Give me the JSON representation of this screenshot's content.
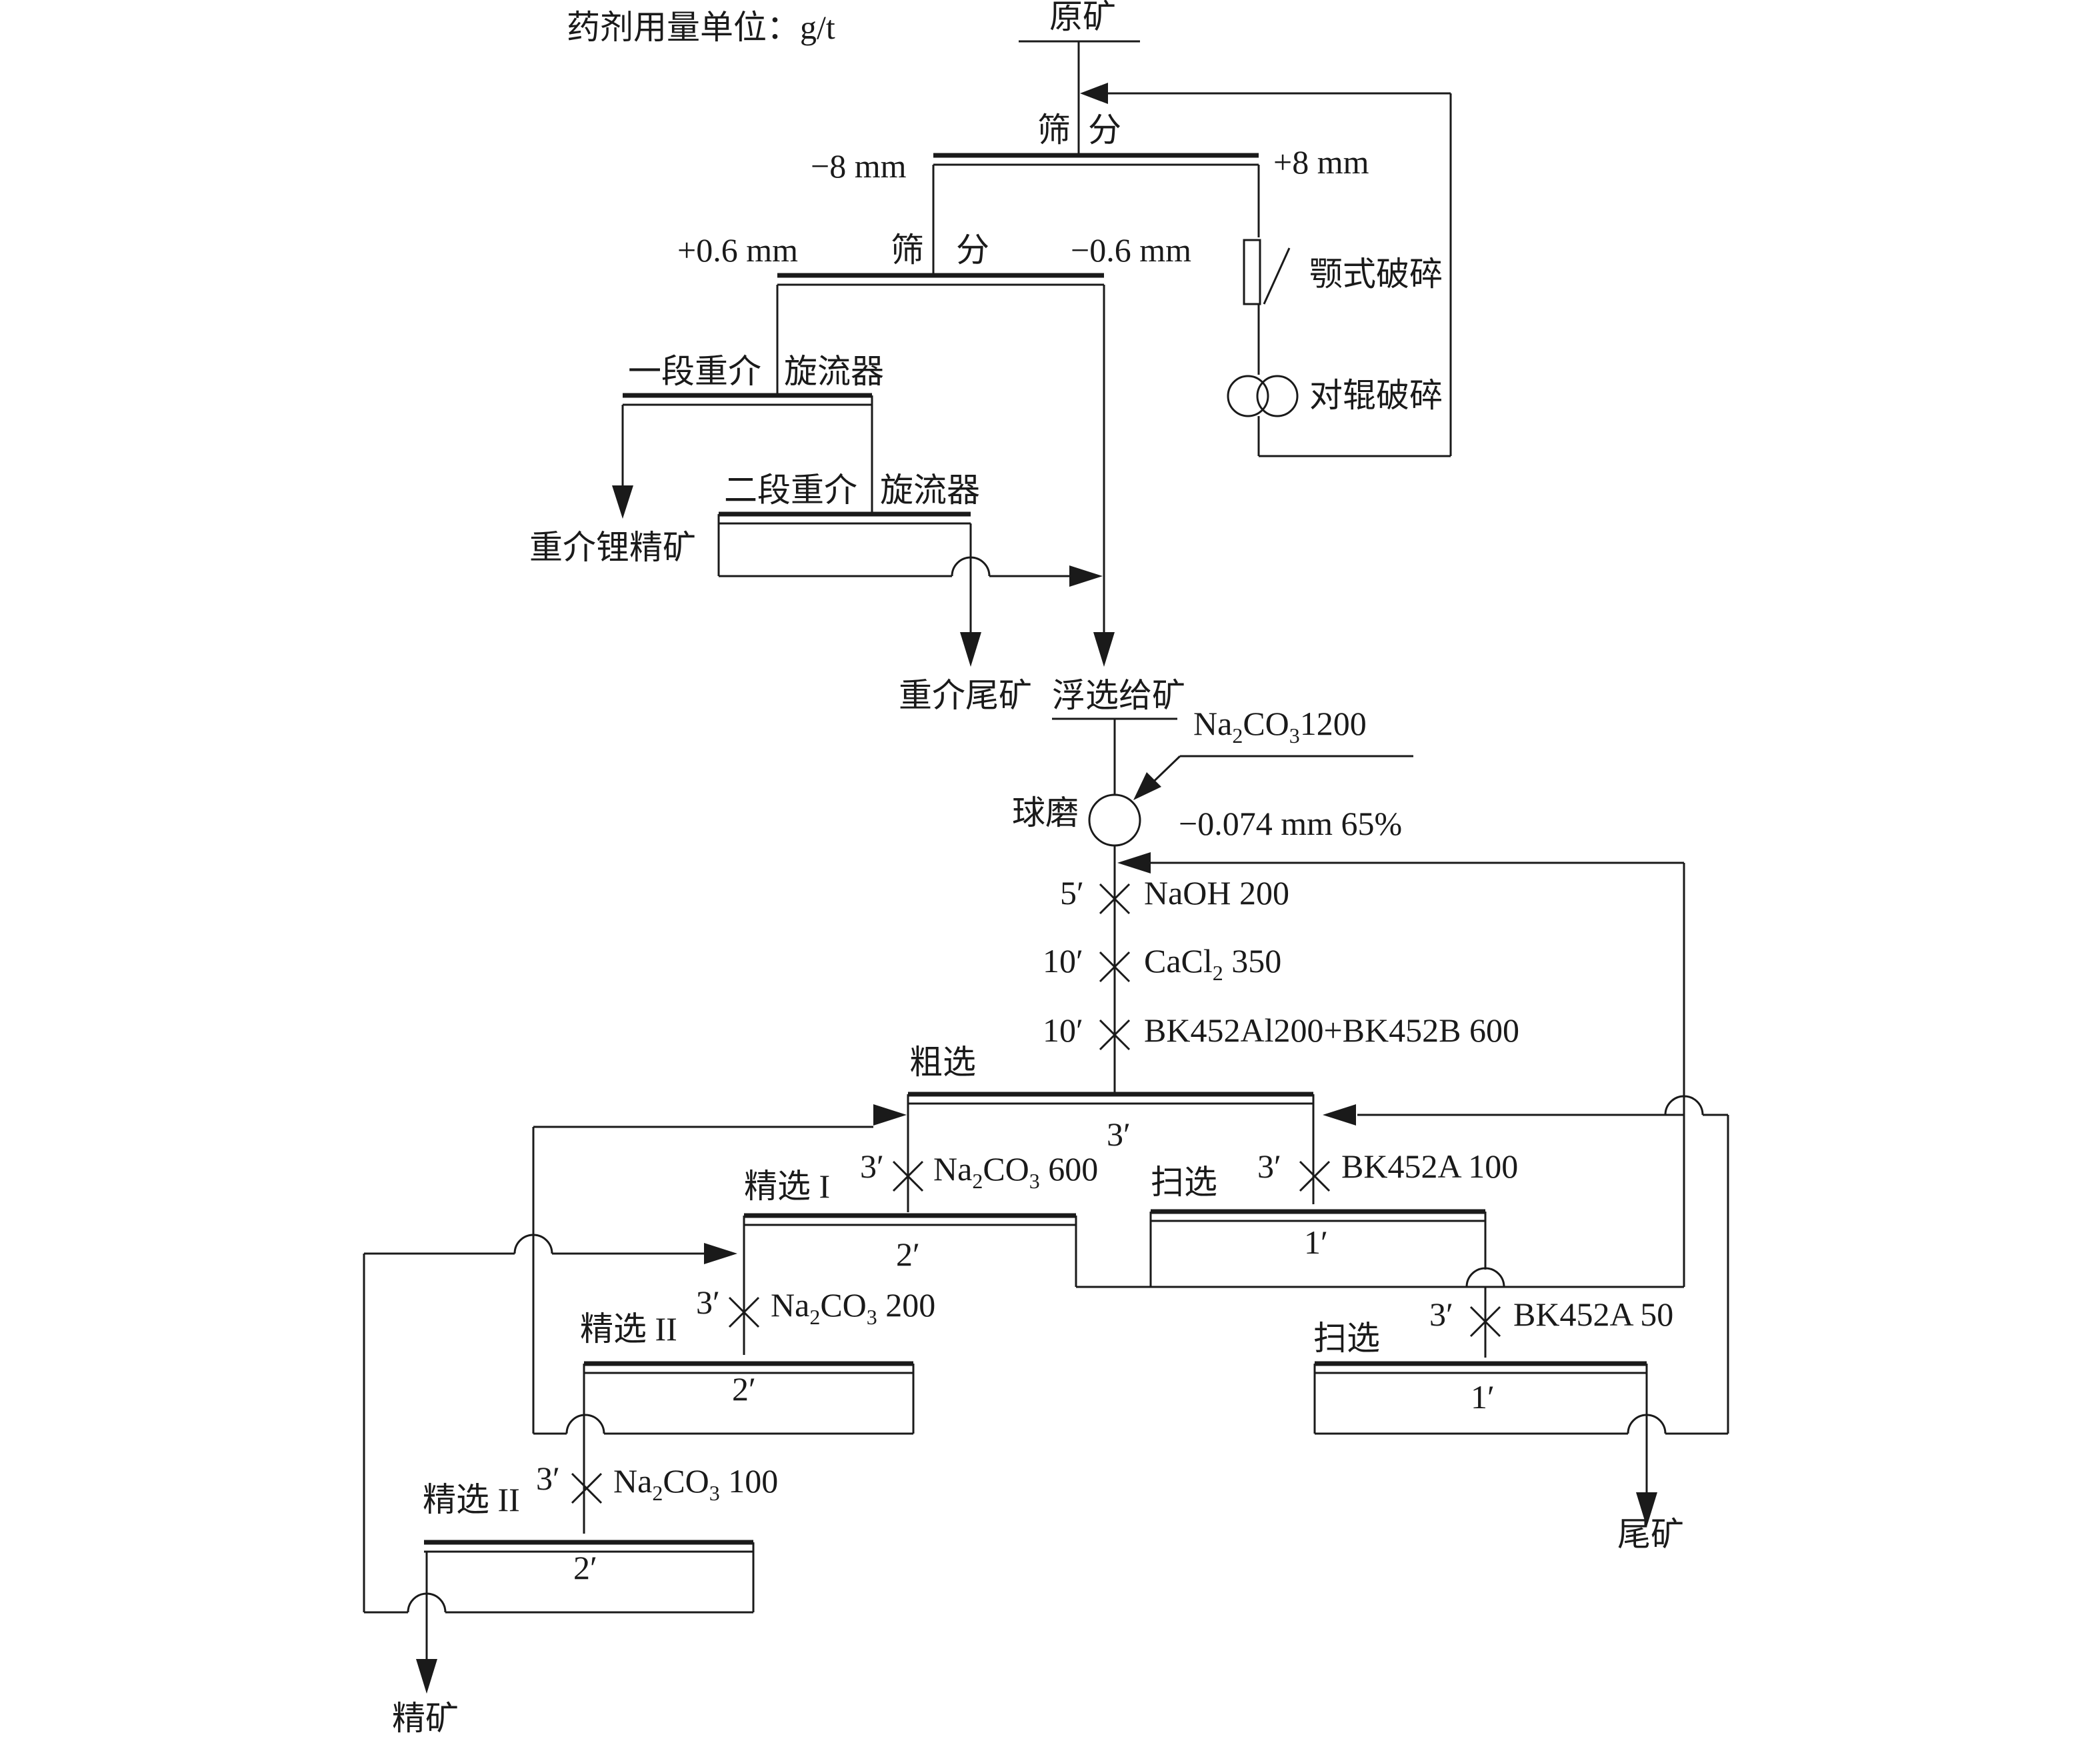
{
  "units_note": "药剂用量单位：g/t",
  "feed": "原矿",
  "screen1": {
    "left": "筛",
    "right": "分",
    "under": "−8 mm",
    "over": "+8 mm"
  },
  "screen2": {
    "left": "筛",
    "right": "分",
    "over": "+0.6 mm",
    "under": "−0.6 mm"
  },
  "jaw_crusher": "颚式破碎",
  "roll_crusher": "对辊破碎",
  "dm_stage1": {
    "left": "一段重介",
    "right": "旋流器"
  },
  "dm_stage2": {
    "left": "二段重介",
    "right": "旋流器"
  },
  "dm_concentrate": "重介锂精矿",
  "dm_tailings": "重介尾矿",
  "flotation_feed": "浮选给矿",
  "grinding": {
    "label": "球磨",
    "reagent": {
      "base": "Na",
      "sub1": "2",
      "mid": "CO",
      "sub2": "3",
      "tail": "1200"
    },
    "fineness": "−0.074 mm 65%"
  },
  "conditioning": [
    {
      "time": "5′",
      "reagent": "NaOH 200"
    },
    {
      "time": "10′",
      "reagent": {
        "base": "CaCl",
        "sub": "2",
        "tail": " 350"
      }
    },
    {
      "time": "10′",
      "reagent": "BK452Al200+BK452B 600"
    }
  ],
  "rougher": {
    "label": "粗选",
    "time": "3′"
  },
  "cleaner1": {
    "label": "精选 I",
    "time": "2′",
    "cond_time": "3′",
    "reagent": {
      "base": "Na",
      "sub1": "2",
      "mid": "CO",
      "sub2": "3",
      "tail": " 600"
    }
  },
  "cleaner2": {
    "label": "精选 II",
    "time": "2′",
    "cond_time": "3′",
    "reagent": {
      "base": "Na",
      "sub1": "2",
      "mid": "CO",
      "sub2": "3",
      "tail": " 200"
    }
  },
  "cleaner3": {
    "label": "精选 II",
    "time": "2′",
    "cond_time": "3′",
    "reagent": {
      "base": "Na",
      "sub1": "2",
      "mid": "CO",
      "sub2": "3",
      "tail": " 100"
    }
  },
  "scavenger1": {
    "label": "扫选",
    "time": "1′",
    "cond_time": "3′",
    "reagent": "BK452A 100"
  },
  "scavenger2": {
    "label": "扫选",
    "time": "1′",
    "cond_time": "3′",
    "reagent": "BK452A 50"
  },
  "final_concentrate": "精矿",
  "final_tailings": "尾矿"
}
